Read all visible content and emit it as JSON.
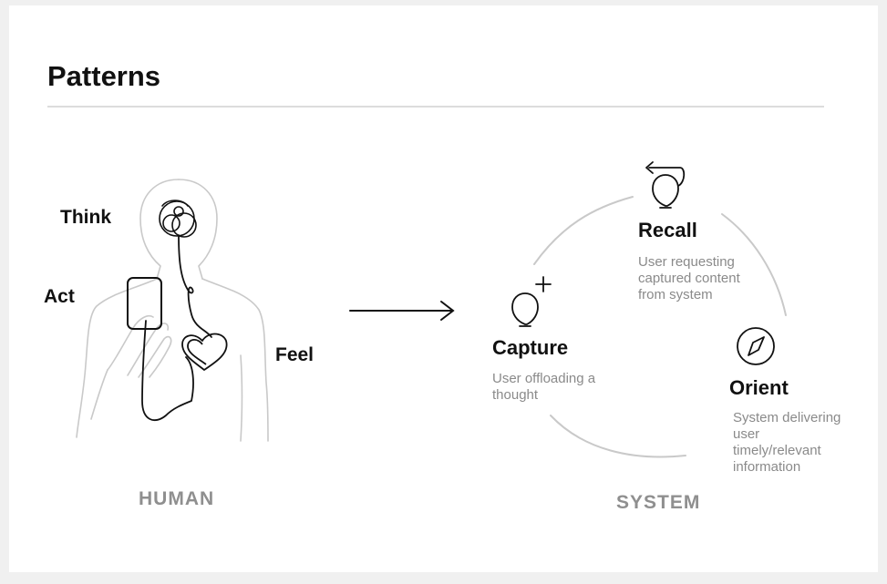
{
  "title": "Patterns",
  "human": {
    "think": "Think",
    "act": "Act",
    "feel": "Feel",
    "caption": "HUMAN"
  },
  "system": {
    "caption": "SYSTEM",
    "recall": {
      "heading": "Recall",
      "description": "User requesting captured content from system"
    },
    "capture": {
      "heading": "Capture",
      "description": "User offloading a thought"
    },
    "orient": {
      "heading": "Orient",
      "description": "System delivering user timely/relevant information"
    }
  },
  "icons": [
    "lightbulb-icon",
    "undo-arrow-icon",
    "plus-icon",
    "compass-icon",
    "arrow-right-icon"
  ]
}
